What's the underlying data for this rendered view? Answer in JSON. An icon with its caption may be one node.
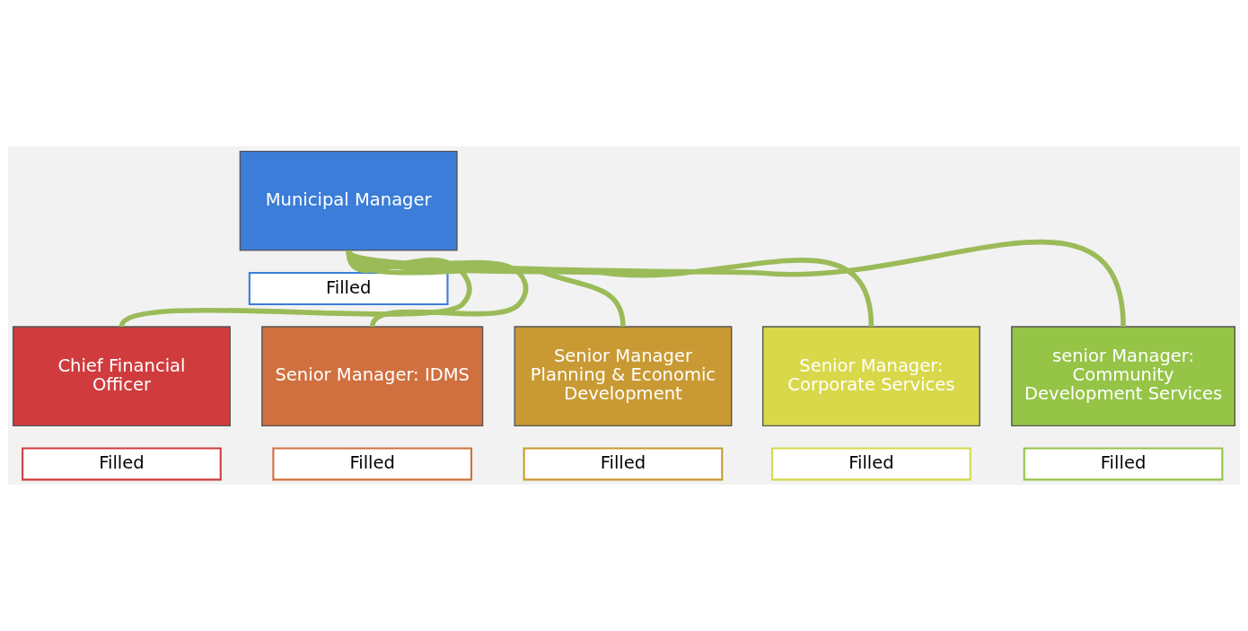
{
  "diagram": {
    "nodes": [
      {
        "text": [
          "Municipal Manager"
        ]
      },
      {
        "text": [
          "Filled"
        ]
      },
      {
        "text": [
          "Chief Financial Officer"
        ]
      },
      {
        "text": [
          "Filled"
        ]
      },
      {
        "text": [
          "Senior Manager: IDMS"
        ]
      },
      {
        "text": [
          "Filled"
        ]
      },
      {
        "text": [
          "Senior Manager",
          "Planning & Economic Development"
        ]
      },
      {
        "text": [
          "Filled"
        ]
      },
      {
        "text": [
          "Senior Manager: Corporate Services"
        ]
      },
      {
        "text": [
          "Filled"
        ]
      },
      {
        "text": [
          "senior Manager: Community Development Services"
        ]
      },
      {
        "text": [
          "Filled"
        ]
      }
    ],
    "edges": [
      {
        "from": 0,
        "to": 2,
        "arrow": "none"
      },
      {
        "from": 0,
        "to": 4,
        "arrow": "none"
      },
      {
        "from": 0,
        "to": 6,
        "arrow": "none"
      },
      {
        "from": 0,
        "to": 8,
        "arrow": "none"
      },
      {
        "from": 0,
        "to": 10,
        "arrow": "none"
      }
    ]
  }
}
